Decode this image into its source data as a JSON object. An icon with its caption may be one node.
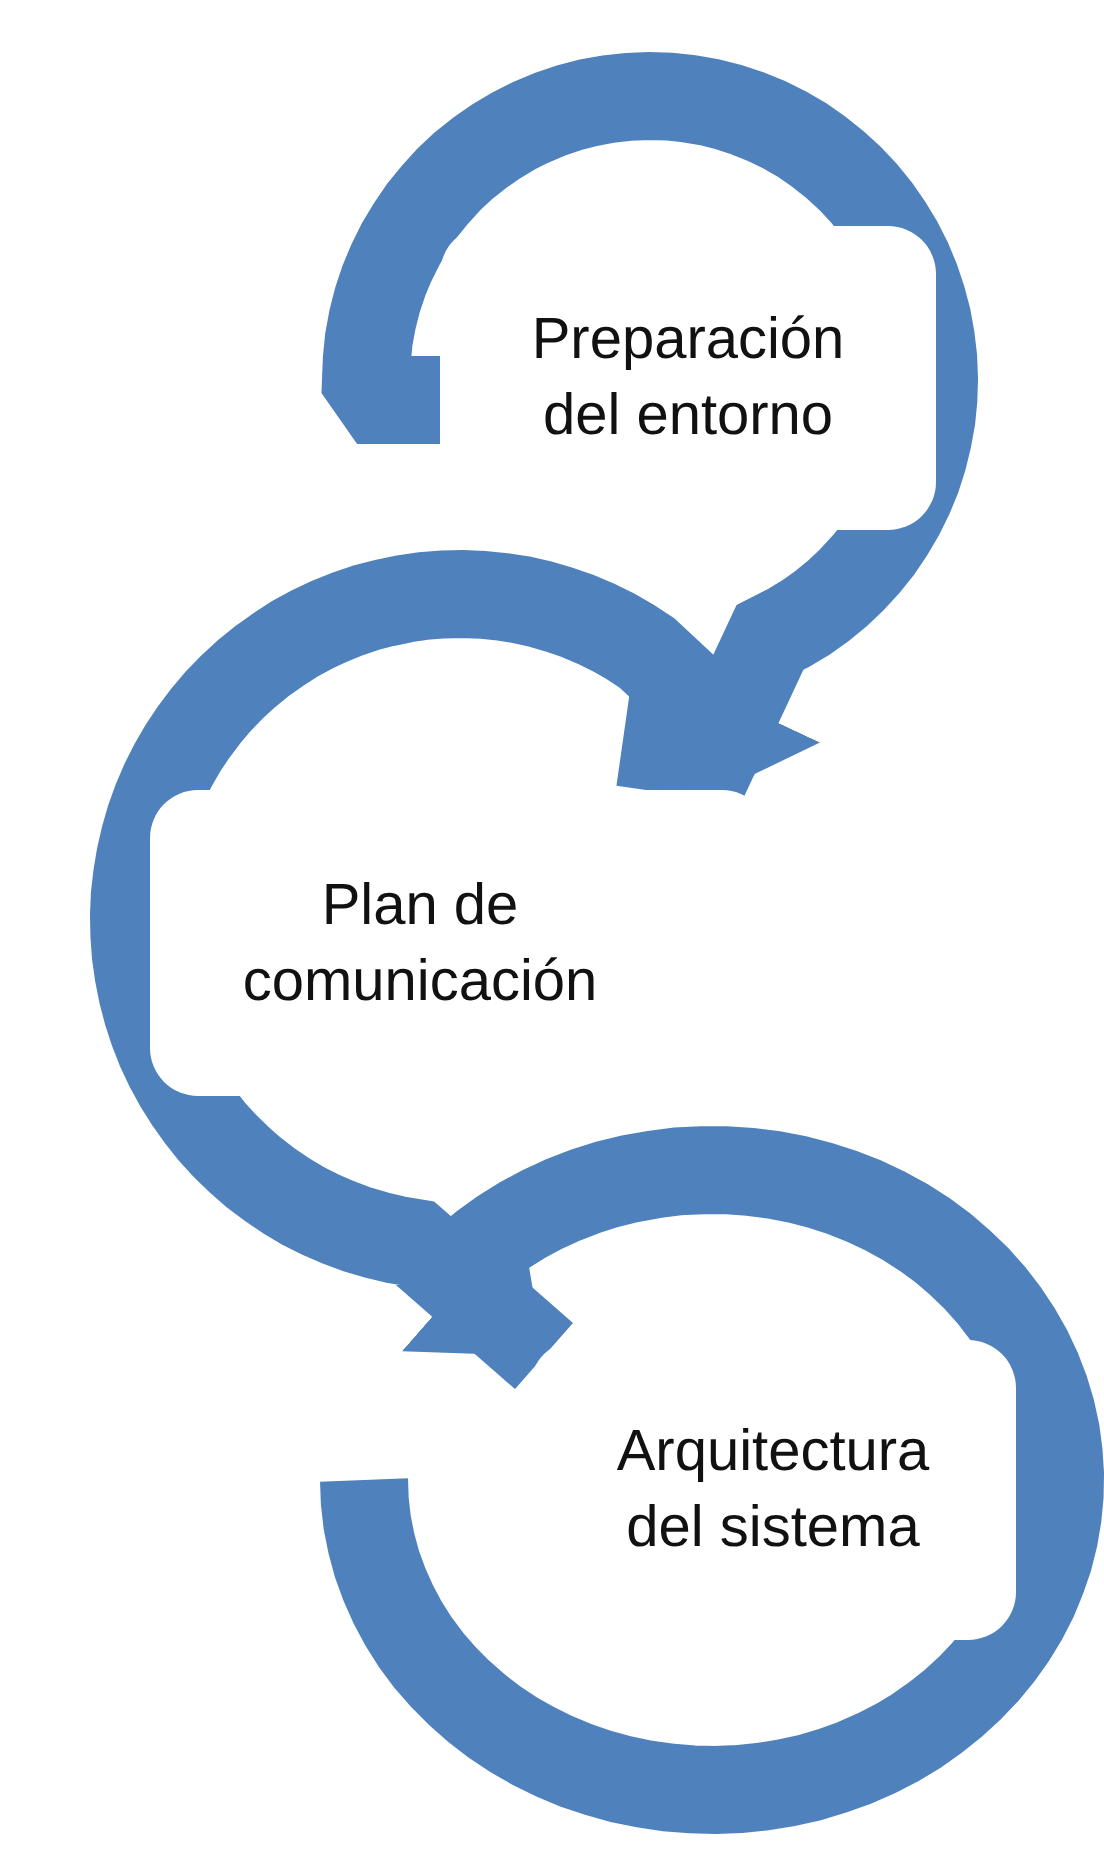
{
  "diagram": {
    "nodes": [
      {
        "text": [
          "Preparación del entorno"
        ]
      },
      {
        "text": [
          "Plan de comunicación"
        ]
      },
      {
        "text": [
          "Arquitectura del sistema"
        ]
      }
    ],
    "edges": [
      {
        "from": 0,
        "to": 1,
        "arrow": "to"
      },
      {
        "from": 1,
        "to": 2,
        "arrow": "to"
      }
    ]
  }
}
